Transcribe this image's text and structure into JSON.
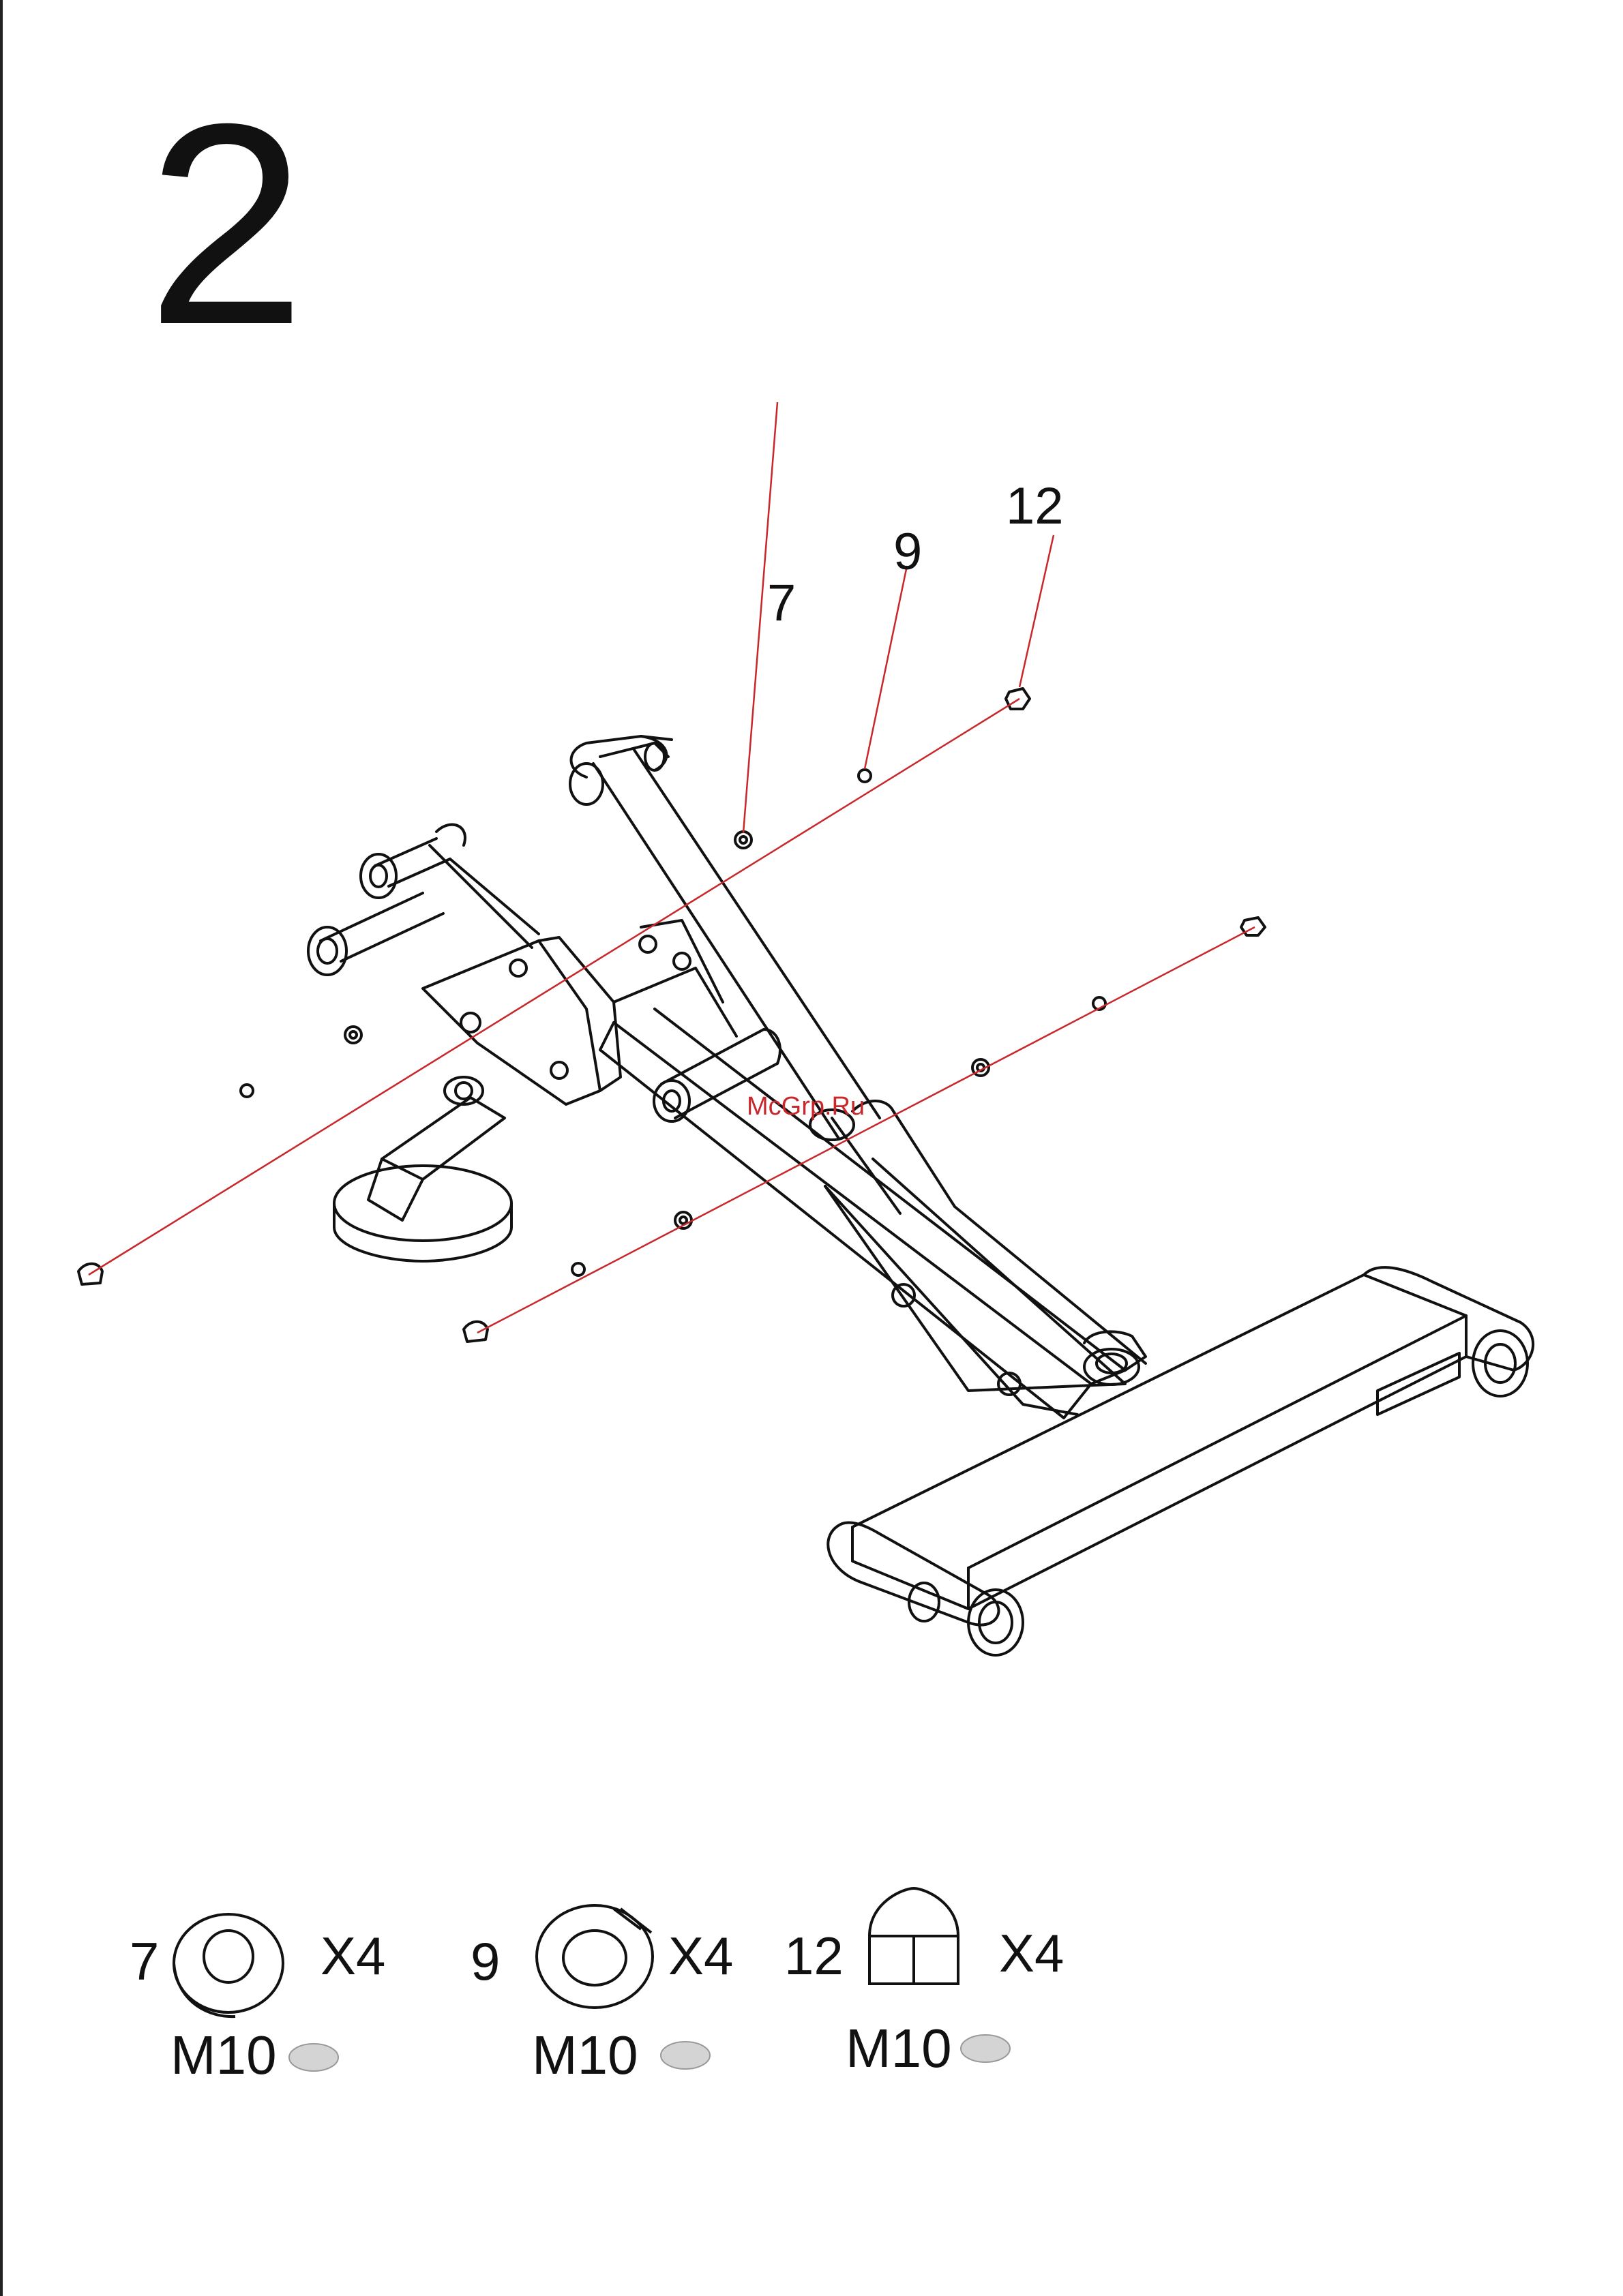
{
  "step": {
    "number": "2"
  },
  "callouts": [
    {
      "id": "7",
      "label": "7"
    },
    {
      "id": "9",
      "label": "9"
    },
    {
      "id": "12",
      "label": "12"
    }
  ],
  "watermark": "McGrp.Ru",
  "colors": {
    "line": "#111111",
    "leader": "#c8282c",
    "swatch": "#d4d4d4"
  },
  "parts": [
    {
      "number": "7",
      "icon": "flat-washer-icon",
      "quantity": "X4",
      "size": "M10"
    },
    {
      "number": "9",
      "icon": "spring-washer-icon",
      "quantity": "X4",
      "size": "M10"
    },
    {
      "number": "12",
      "icon": "cap-nut-icon",
      "quantity": "X4",
      "size": "M10"
    }
  ]
}
